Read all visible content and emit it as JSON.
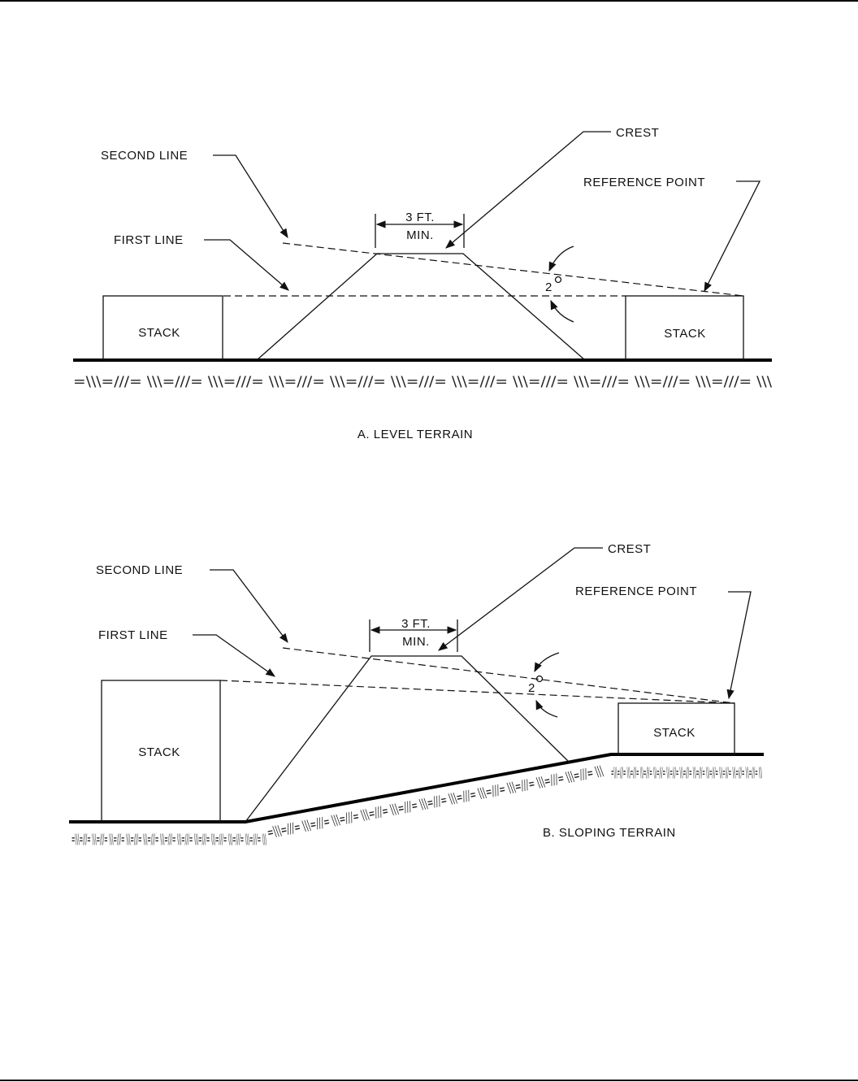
{
  "panel_a": {
    "caption": "A.  LEVEL TERRAIN",
    "labels": {
      "second_line": "SECOND LINE",
      "first_line": "FIRST LINE",
      "crest": "CREST",
      "reference_point": "REFERENCE POINT",
      "width_top": "3 FT.",
      "width_bottom": "MIN.",
      "angle": "2"
    },
    "stack_left": "STACK",
    "stack_right": "STACK"
  },
  "panel_b": {
    "caption": "B.  SLOPING TERRAIN",
    "labels": {
      "second_line": "SECOND LINE",
      "first_line": "FIRST LINE",
      "crest": "CREST",
      "reference_point": "REFERENCE POINT",
      "width_top": "3 FT.",
      "width_bottom": "MIN.",
      "angle": "2"
    },
    "stack_left": "STACK",
    "stack_right": "STACK"
  },
  "hatch_pattern": "=\\\\\\=///= \\\\\\=///= \\\\\\=///= \\\\\\=///= \\\\\\=///= \\\\\\=///= \\\\\\=///= \\\\\\=///= \\\\\\=///= \\\\\\=///= \\\\\\=///= \\\\\\"
}
